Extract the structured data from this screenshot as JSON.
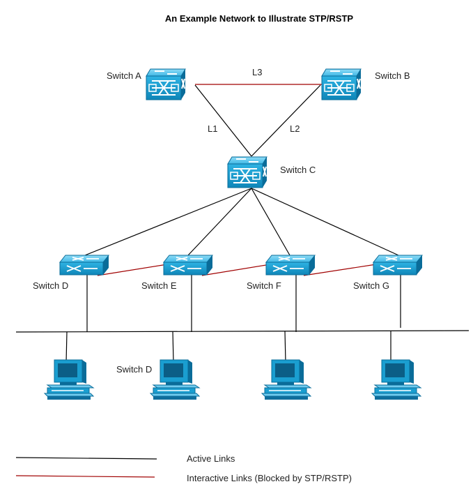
{
  "title": "An Example Network to Illustrate STP/RSTP",
  "colors": {
    "active_link": "#000000",
    "blocked_link": "#a00000",
    "device_face": "#1a9ed0",
    "device_dark": "#0a6c99",
    "device_light": "#6fcbef",
    "pc_body": "#0f6e9c"
  },
  "core_switches": {
    "a": "Switch A",
    "b": "Switch B",
    "c": "Switch C"
  },
  "access_switches": {
    "d": "Switch D",
    "e": "Switch E",
    "f": "Switch F",
    "g": "Switch G"
  },
  "links": {
    "l1": "L1",
    "l2": "L2",
    "l3": "L3"
  },
  "pc_label": "Switch D",
  "legend": {
    "active": "Active Links",
    "blocked": "Interactive Links (Blocked by STP/RSTP)"
  }
}
